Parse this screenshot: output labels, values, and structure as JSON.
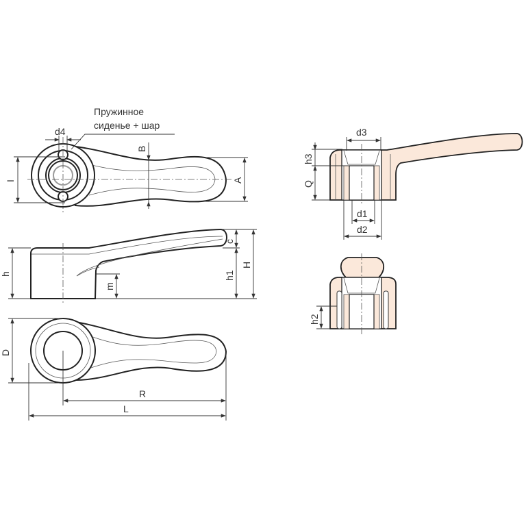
{
  "note": {
    "line1": "Пружинное",
    "line2": "сиденье + шар"
  },
  "dims": {
    "d4": "d4",
    "B": "B",
    "I": "I",
    "A": "A",
    "c": "c",
    "H": "H",
    "h1": "h1",
    "h": "h",
    "m": "m",
    "D": "D",
    "R": "R",
    "L": "L",
    "d3": "d3",
    "h3": "h3",
    "Q": "Q",
    "d1": "d1",
    "d2": "d2",
    "h2": "h2"
  },
  "colors": {
    "section_fill": "#fbe8da",
    "outline": "#222222"
  }
}
